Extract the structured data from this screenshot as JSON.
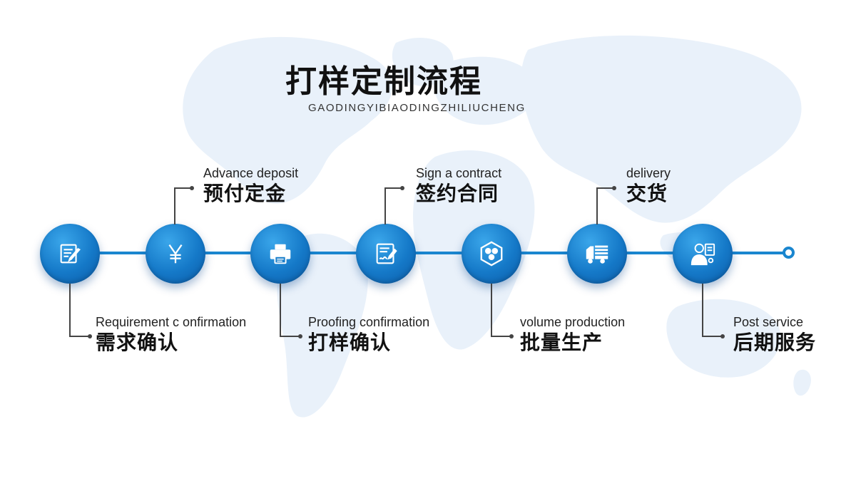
{
  "header": {
    "title": "打样定制流程",
    "subtitle": "GAODINGYIBIAODINGZHILIUCHENG"
  },
  "colors": {
    "accent": "#1a86cf",
    "node_dark": "#0b5aa6",
    "map": "#e9f1fa",
    "connector": "#444444"
  },
  "steps": [
    {
      "en": "Requirement  c onfirmation",
      "zh": "需求确认",
      "icon": "document-edit-icon"
    },
    {
      "en": "Advance deposit",
      "zh": "预付定金",
      "icon": "yen-icon"
    },
    {
      "en": "Proofing confirmation",
      "zh": "打样确认",
      "icon": "printer-icon"
    },
    {
      "en": "Sign a contract",
      "zh": "签约合同",
      "icon": "contract-sign-icon"
    },
    {
      "en": "volume production",
      "zh": "批量生产",
      "icon": "production-icon"
    },
    {
      "en": "delivery",
      "zh": "交货",
      "icon": "truck-icon"
    },
    {
      "en": "Post service",
      "zh": "后期服务",
      "icon": "service-person-icon"
    }
  ]
}
